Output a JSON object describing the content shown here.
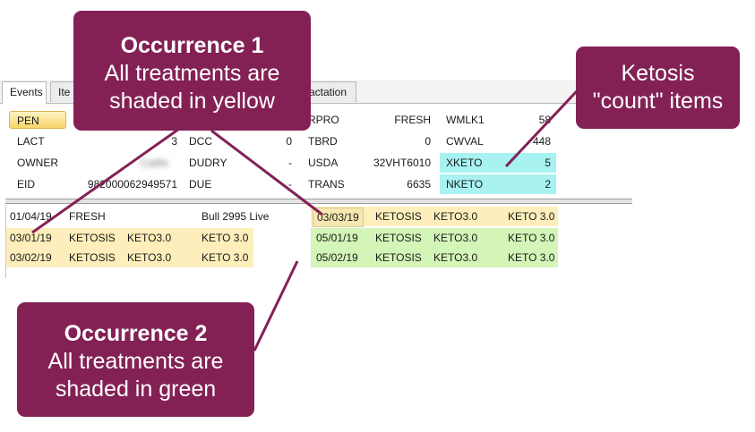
{
  "tabs": [
    "Events",
    "Ite",
    "actation"
  ],
  "top_grid": {
    "col1": [
      {
        "label": "PEN",
        "value": ""
      },
      {
        "label": "LACT",
        "value": "3"
      },
      {
        "label": "OWNER",
        "value": "Cattle"
      },
      {
        "label": "EID",
        "value": "982000062949571"
      }
    ],
    "col2": [
      {
        "label": "",
        "value": ""
      },
      {
        "label": "DCC",
        "value": "0"
      },
      {
        "label": "DUDRY",
        "value": "-"
      },
      {
        "label": "DUE",
        "value": "-"
      }
    ],
    "col3": [
      {
        "label": "RPRO",
        "value": "FRESH"
      },
      {
        "label": "TBRD",
        "value": "0"
      },
      {
        "label": "USDA",
        "value": "32VHT6010"
      },
      {
        "label": "TRANS",
        "value": "6635"
      }
    ],
    "col4": [
      {
        "label": "WMLK1",
        "value": "58"
      },
      {
        "label": "CWVAL",
        "value": "448"
      },
      {
        "label": "XKETO",
        "value": "5"
      },
      {
        "label": "NKETO",
        "value": "2"
      }
    ]
  },
  "events_left": [
    {
      "date": "01/04/19",
      "event": "FRESH",
      "remark": "",
      "protocol": "Bull 2995 Live",
      "shade": "none"
    },
    {
      "date": "03/01/19",
      "event": "KETOSIS",
      "remark": "KETO3.0",
      "protocol": "KETO 3.0",
      "shade": "yellow"
    },
    {
      "date": "03/02/19",
      "event": "KETOSIS",
      "remark": "KETO3.0",
      "protocol": "KETO 3.0",
      "shade": "yellow"
    }
  ],
  "events_right": [
    {
      "date": "03/03/19",
      "event": "KETOSIS",
      "remark": "KETO3.0",
      "protocol": "KETO 3.0",
      "shade": "yellow"
    },
    {
      "date": "05/01/19",
      "event": "KETOSIS",
      "remark": "KETO3.0",
      "protocol": "KETO 3.0",
      "shade": "green"
    },
    {
      "date": "05/02/19",
      "event": "KETOSIS",
      "remark": "KETO3.0",
      "protocol": "KETO 3.0",
      "shade": "green"
    }
  ],
  "callouts": {
    "occurrence1": {
      "heading": "Occurrence 1",
      "line1": "All treatments are",
      "line2": "shaded in yellow"
    },
    "occurrence2": {
      "heading": "Occurrence 2",
      "line1": "All treatments are",
      "line2": "shaded in green"
    },
    "ketosis": {
      "line1": "Ketosis",
      "line2": "\"count\" items"
    }
  },
  "colors": {
    "callout_bg": "#832155",
    "yellow_shade": "#fdeebb",
    "green_shade": "#d3f5b8",
    "count_highlight": "#a8f2f2"
  }
}
